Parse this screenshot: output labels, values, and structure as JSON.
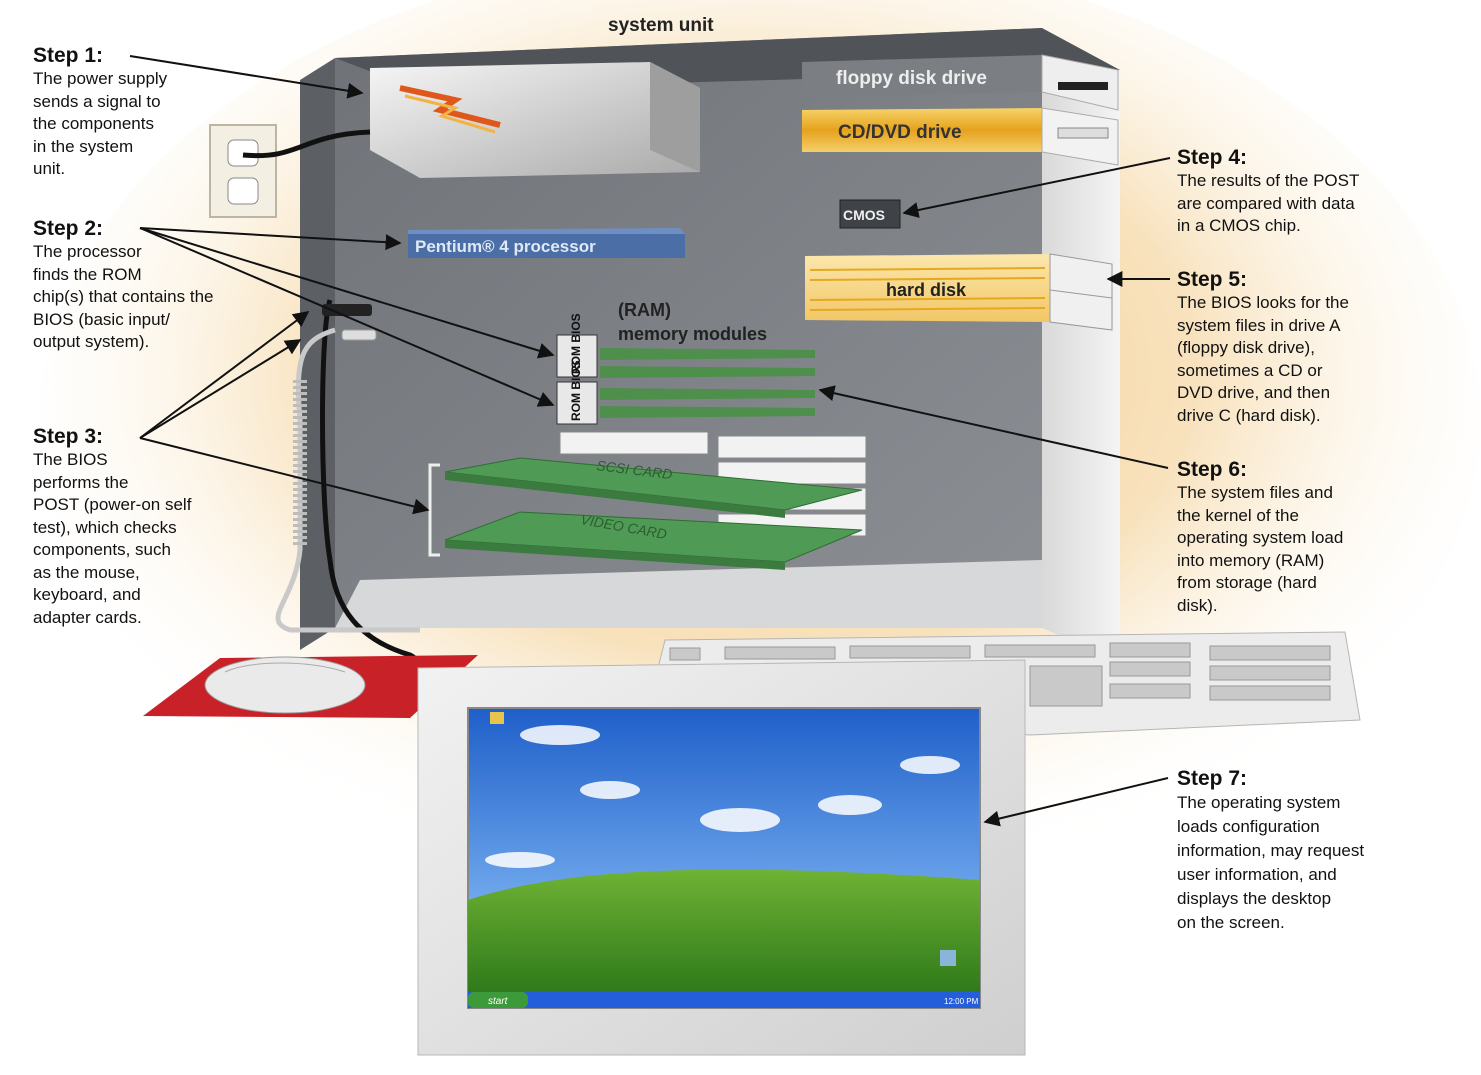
{
  "diagram": {
    "system_unit_label": "system unit",
    "components": {
      "floppy": "floppy disk drive",
      "cddvd": "CD/DVD drive",
      "cmos": "CMOS",
      "processor": "Pentium® 4 processor",
      "harddisk": "hard disk",
      "ram_line1": "(RAM)",
      "ram_line2": "memory modules",
      "rom_bios": "ROM BIOS",
      "scsi": "SCSI CARD",
      "video": "VIDEO CARD"
    },
    "desktop": {
      "start": "start",
      "clock": "12:00 PM"
    }
  },
  "steps": [
    {
      "title": "Step 1:",
      "text": "The power supply\nsends a signal to\nthe components\nin the system\nunit."
    },
    {
      "title": "Step 2:",
      "text": "The processor\nfinds the ROM\nchip(s) that contains the\nBIOS (basic input/\noutput system)."
    },
    {
      "title": "Step 3:",
      "text": "The BIOS\nperforms the\nPOST (power-on self\ntest), which checks\ncomponents, such\nas the mouse,\nkeyboard, and\nadapter cards."
    },
    {
      "title": "Step 4:",
      "text": "The results of the POST\nare compared with data\nin a CMOS chip."
    },
    {
      "title": "Step 5:",
      "text": "The BIOS looks for the\nsystem files in drive A\n(floppy disk drive),\nsometimes a CD or\nDVD drive, and then\ndrive C (hard disk)."
    },
    {
      "title": "Step 6:",
      "text": "The system files and\nthe kernel of the\noperating system load\ninto memory (RAM)\nfrom storage (hard\ndisk)."
    },
    {
      "title": "Step 7:",
      "text": "The operating system\nloads configuration\ninformation, may request\nuser information, and\ndisplays the desktop\non the screen."
    }
  ]
}
